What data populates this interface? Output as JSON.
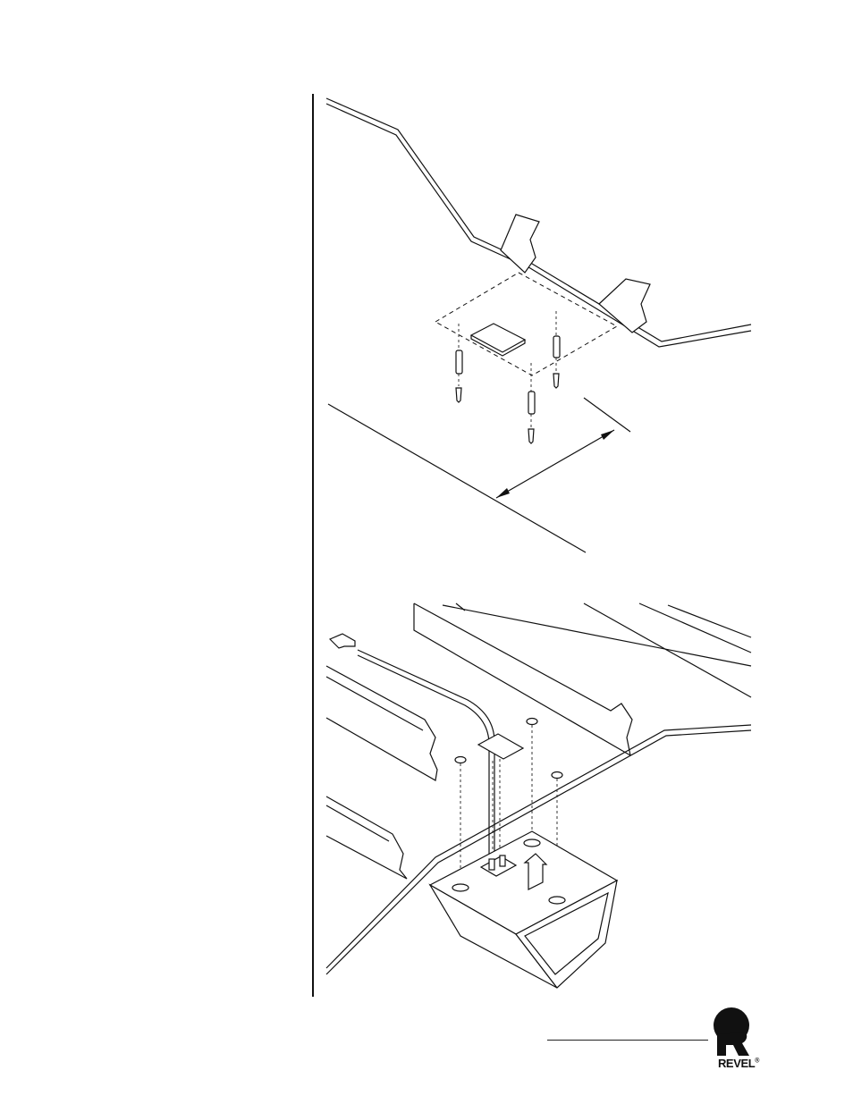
{
  "figures": [
    {
      "id": "ceiling-mount-preparation"
    },
    {
      "id": "speaker-installation"
    }
  ],
  "footer": {
    "brand": "REVEL",
    "trademark": "®"
  },
  "colors": {
    "ink": "#111111",
    "paper": "#ffffff"
  }
}
